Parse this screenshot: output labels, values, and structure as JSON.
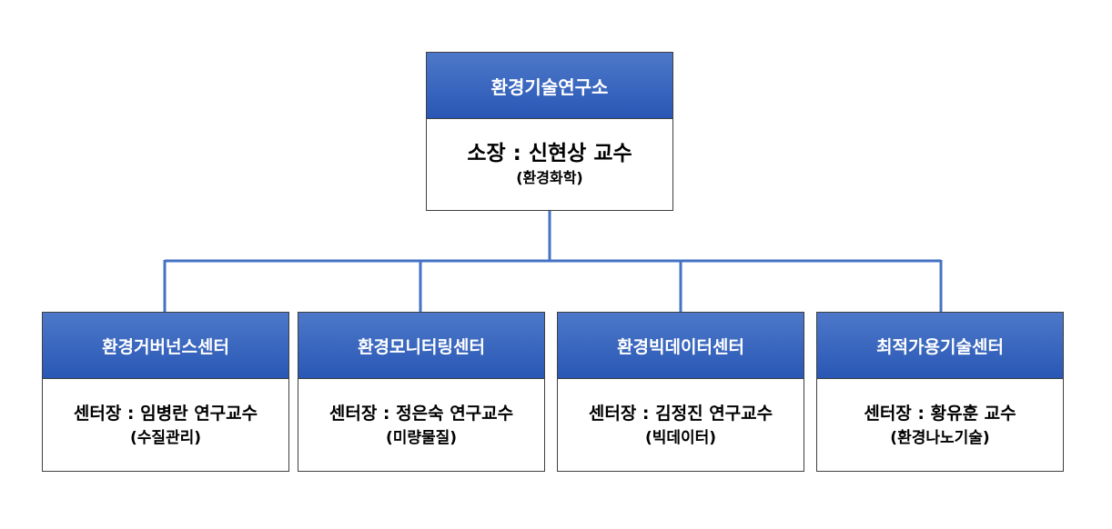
{
  "colors": {
    "header_gradient_top": "#4d78c9",
    "header_gradient_bottom": "#2957b5",
    "connector": "#4472c4",
    "border": "#3f3f3f"
  },
  "institute": {
    "title": "환경기술연구소",
    "director": "소장 : 신현상 교수",
    "field": "(환경화학)"
  },
  "centers": [
    {
      "title": "환경거버넌스센터",
      "head": "센터장 : 임병란 연구교수",
      "field": "(수질관리)"
    },
    {
      "title": "환경모니터링센터",
      "head": "센터장 : 정은숙 연구교수",
      "field": "(미량물질)"
    },
    {
      "title": "환경빅데이터센터",
      "head": "센터장 : 김정진 연구교수",
      "field": "(빅데이터)"
    },
    {
      "title": "최적가용기술센터",
      "head": "센터장 : 황유훈 교수",
      "field": "(환경나노기술)"
    }
  ]
}
